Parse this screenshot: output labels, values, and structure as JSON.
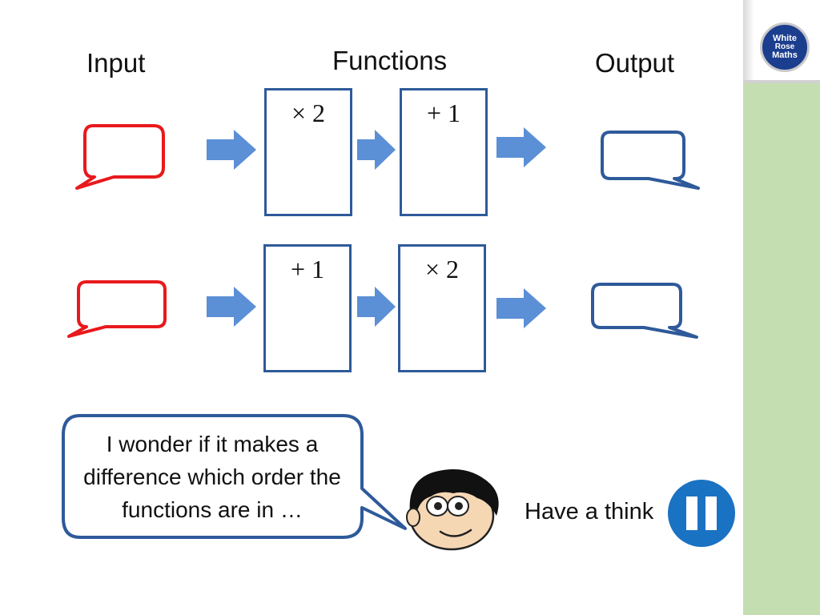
{
  "labels": {
    "input": "Input",
    "functions": "Functions",
    "output": "Output"
  },
  "logo": {
    "line1": "White",
    "line2": "Rose",
    "line3": "Maths",
    "color": "#1c3e8e"
  },
  "rows": [
    {
      "functions": [
        "× 2",
        "+ 1"
      ]
    },
    {
      "functions": [
        "+ 1",
        "× 2"
      ]
    }
  ],
  "speech_bubble": {
    "text": "I wonder if it makes a difference which order the functions are in …"
  },
  "think": {
    "label": "Have a think",
    "icon": "pause-icon"
  },
  "colors": {
    "input_bubble": "#e8191c",
    "output_bubble": "#2e5a9a",
    "arrow": "#5b8fd6",
    "box_border": "#2e5a9a",
    "pause_button": "#1a72c3",
    "side_strip": "#c4ddb1"
  }
}
